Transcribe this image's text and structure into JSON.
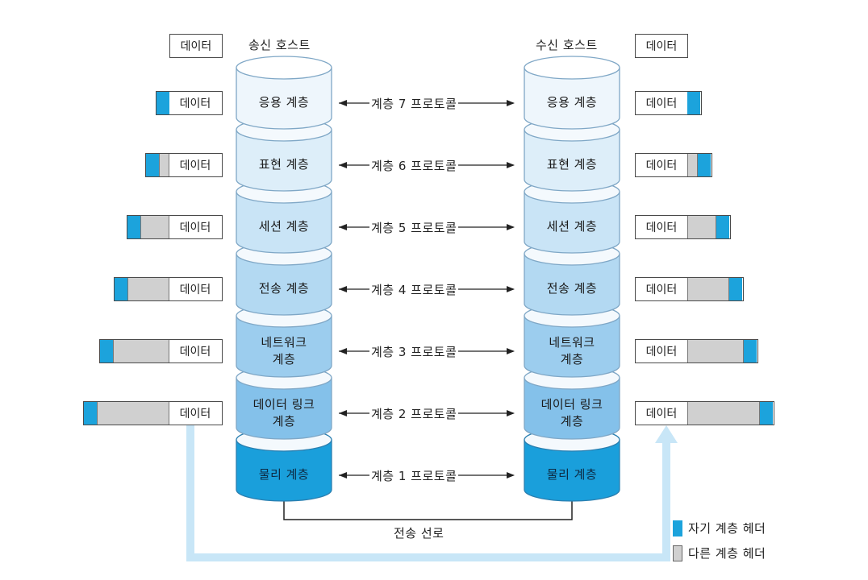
{
  "hosts": {
    "sender_title": "송신 호스트",
    "receiver_title": "수신 호스트"
  },
  "data_label": "데이터",
  "layers": [
    {
      "name": "응용 계층",
      "protocol": "계층 7 프로토콜"
    },
    {
      "name": "표현 계층",
      "protocol": "계층 6 프로토콜"
    },
    {
      "name": "세션 계층",
      "protocol": "계층 5 프로토콜"
    },
    {
      "name": "전송 계층",
      "protocol": "계층 4 프로토콜"
    },
    {
      "name": "네트워크\n계층",
      "protocol": "계층 3 프로토콜"
    },
    {
      "name": "데이터 링크\n계층",
      "protocol": "계층 2 프로토콜"
    },
    {
      "name": "물리 계층",
      "protocol": "계층 1 프로토콜"
    }
  ],
  "transmission_line": "전송 선로",
  "legend": {
    "own_header": "자기 계층 헤더",
    "other_header": "다른 계층 헤더"
  },
  "colors": {
    "own_header": "#1ca3dc",
    "other_header": "#d0d0d0",
    "flow_arrow": "#c8e6f7",
    "layer_fills": [
      "#eef6fc",
      "#ddeef9",
      "#c9e4f6",
      "#b3d9f2",
      "#9ccdee",
      "#84c1ea",
      "#1a9fdb"
    ]
  }
}
